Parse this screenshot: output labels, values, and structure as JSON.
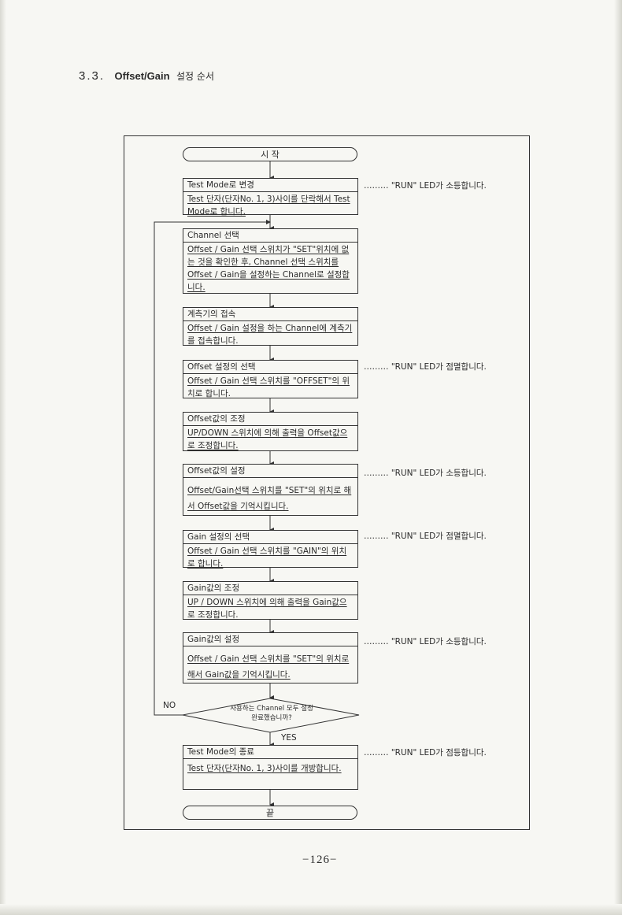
{
  "section": {
    "number": "3.3.",
    "title": "Offset/Gain",
    "title_ko": "설정 순서"
  },
  "flow": {
    "start": "시          작",
    "end": "끝",
    "steps": [
      {
        "title": "Test Mode로 변경",
        "body": "Test 단자(단자No. 1, 3)사이를 단락해서 Test Mode로 합니다.",
        "note": "……… \"RUN\" LED가 소등합니다."
      },
      {
        "title": "Channel 선택",
        "body": "Offset / Gain 선택 스위치가 \"SET\"위치에 없는 것을 확인한 후, Channel 선택 스위치를 Offset / Gain을 설정하는 Channel로 설정합니다.",
        "note": ""
      },
      {
        "title": "계측기의 접속",
        "body": "Offset / Gain 설정을 하는 Channel에 계측기를 접속합니다.",
        "note": ""
      },
      {
        "title": "Offset 설정의 선택",
        "body": "Offset / Gain 선택 스위치를 \"OFFSET\"의 위치로 합니다.",
        "note": "……… \"RUN\" LED가 점멸합니다."
      },
      {
        "title": "Offset값의 조정",
        "body": "UP/DOWN 스위치에 의해 출력을 Offset값으로 조정합니다.",
        "note": ""
      },
      {
        "title": "Offset값의 설정",
        "body": "Offset/Gain선택 스위치를 \"SET\"의 위치로 해서 Offset값을 기억시킵니다.",
        "note": "……… \"RUN\" LED가 소등합니다."
      },
      {
        "title": "Gain 설정의 선택",
        "body": "Offset / Gain 선택 스위치를 \"GAIN\"의 위치로 합니다.",
        "note": "……… \"RUN\" LED가 점멸합니다."
      },
      {
        "title": "Gain값의 조정",
        "body": "UP / DOWN 스위치에 의해 출력을 Gain값으로 조정합니다.",
        "note": ""
      },
      {
        "title": "Gain값의 설정",
        "body": "Offset / Gain 선택 스위치를 \"SET\"의 위치로 해서 Gain값을 기억시킵니다.",
        "note": "……… \"RUN\" LED가 소등합니다."
      }
    ],
    "decision": {
      "text": "사용하는 Channel 모두 설정완료했습니까?",
      "no_label": "NO",
      "yes_label": "YES"
    },
    "final_step": {
      "title": "Test Mode의 종료",
      "body": "Test 단자(단자No. 1, 3)사이를 개방합니다.",
      "note": "……… \"RUN\" LED가 점등합니다."
    }
  },
  "page_number": "−126−"
}
